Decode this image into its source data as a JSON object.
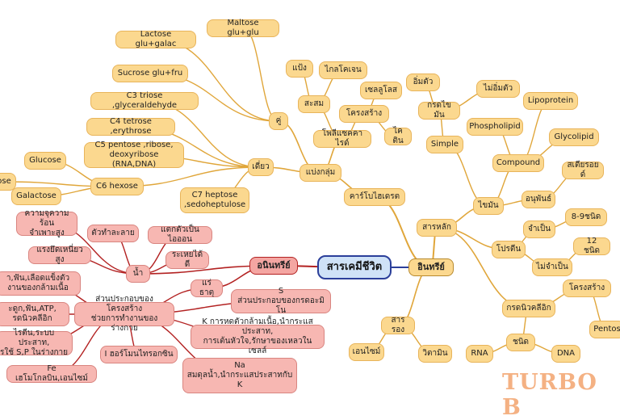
{
  "center": "สารเคมีชีวิต",
  "organic": {
    "label": "อินทรีย์",
    "carb": {
      "label": "คาร์โบไฮเดรต",
      "group": "แบ่งกลุ่ม",
      "poly": {
        "label": "โพลีแซคคาไรด์",
        "storage": "สะสม",
        "starch": "แป้ง",
        "glycogen": "ไกลโคเจน",
        "structure": "โครงสร้าง",
        "cellulose": "เซลลูโลส",
        "chitin": "ไคติน"
      },
      "pair": {
        "label": "คู่",
        "lactose": "Lactose glu+galac",
        "maltose": "Maltose glu+glu",
        "sucrose": "Sucrose glu+fru"
      },
      "mono": {
        "label": "เดี่ยว",
        "c3": "C3 triose ,glyceraldehyde",
        "c4": "C4 tetrose ,erythrose",
        "c5": "C5 pentose ,ribose,\ndeoxyribose (RNA,DNA)",
        "c6": "C6 hexose",
        "glucose": "Glucose",
        "fructose": "ose",
        "galactose": "Galactose",
        "c7": "C7 heptose\n,sedoheptulose"
      }
    },
    "main": {
      "label": "สารหลัก",
      "fat": {
        "label": "ไขมัน",
        "simple": "Simple",
        "fatty": "กรดไขมัน",
        "sat": "อิ่มตัว",
        "unsat": "ไม่อิ่มตัว",
        "compound": "Compound",
        "phospho": "Phospholipid",
        "lipo": "Lipoprotein",
        "glyco": "Glycolipid",
        "deriv": "อนุพันธ์",
        "steroid": "สเตียรอยด์"
      },
      "protein": {
        "label": "โปรตีน",
        "ess": "จำเป็น",
        "ess_n": "8-9ชนิด",
        "noness": "ไม่จำเป็น",
        "noness_n": "12 ชนิด"
      },
      "nucleic": {
        "label": "กรดนิวคลีอิก",
        "structure": "โครงสร้าง",
        "pentose": "Pentos",
        "type": "ชนิด",
        "rna": "RNA",
        "dna": "DNA"
      }
    },
    "minor": {
      "label": "สารรอง",
      "enzyme": "เอนไซม์",
      "vitamin": "วิตามิน"
    }
  },
  "inorganic": {
    "label": "อนินทรีย์",
    "water": {
      "label": "น้ำ",
      "heat": "ความจุความร้อน\nจำเพาะสูง",
      "solvent": "ตัวทำละลาย",
      "ionize": "แตกตัวเป็นไอออน",
      "cohesion": "แรงยึดเหนี่ยวสูง",
      "evap": "ระเหยได้ดี"
    },
    "mineral": {
      "label": "แร่ธาตุ",
      "comp": "ส่วนประกอบของโครงสร้าง\nช่วยการทำงานของร่างกาย",
      "s": "S\nส่วนประกอบของกรดอะมิโน",
      "k": "K การหดตัวกล้ามเนื้อ,นำกระแสประสาท,\nการเต้นหัวใจ,รักษาของเหลวในเซลล์",
      "iodine": "I ฮอร์โมนไทรอกซิน",
      "na": "Na\nสมดุลน้ำ,นำกระแสประสาทกับ\nK",
      "fe": "Fe เฮโมโกลบิน,เอนไซม์",
      "ca": "า,ฟัน,เลือดแข็งตัว\nงานของกล้ามเนื้อ",
      "p": "ะดูก,ฟัน,ATP,\nรดนิวคลีอิก",
      "mg": "ไรตีน,ระบบประสาท,\nรใช้ S,P ในร่างกาย"
    }
  },
  "watermark": "TURBO B"
}
